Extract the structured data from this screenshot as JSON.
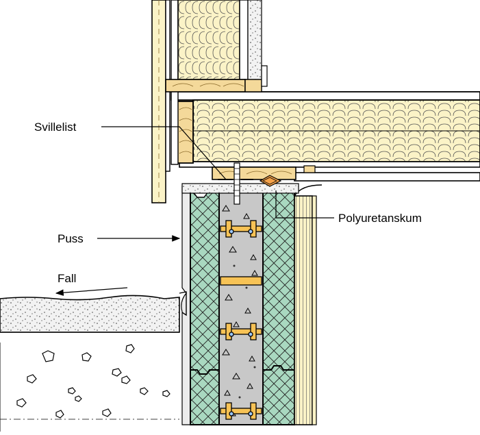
{
  "labels": {
    "svillelist": "Svillelist",
    "polyuretanskum": "Polyuretanskum",
    "puss": "Puss",
    "fall": "Fall"
  },
  "colors": {
    "insulation": "#fbf3c7",
    "timber": "#f4d99a",
    "concrete": "#c8c8c8",
    "eps": "#a9d8c0",
    "connector": "#f7c356",
    "foam": "#f4a24a",
    "render": "#ececec",
    "line": "#000000"
  }
}
